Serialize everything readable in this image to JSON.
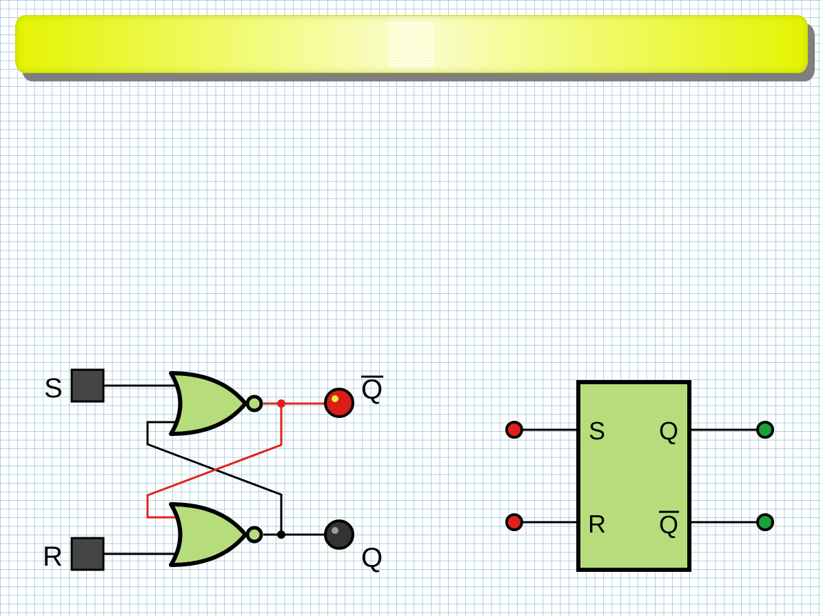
{
  "latch": {
    "input_s": "S",
    "input_r": "R",
    "output_qbar": "Q",
    "output_q": "Q",
    "colors": {
      "gate_fill": "#b6dc7c",
      "active_wire": "#e0221c",
      "lamp_on": "#d81e16",
      "lamp_off": "#333333",
      "switch": "#454545"
    }
  },
  "symbol": {
    "pin_s": "S",
    "pin_r": "R",
    "pin_q": "Q",
    "pin_qbar": "Q",
    "colors": {
      "box_fill": "#b6dc7c",
      "input_terminal": "#e0221c",
      "output_terminal": "#18a23a"
    }
  }
}
